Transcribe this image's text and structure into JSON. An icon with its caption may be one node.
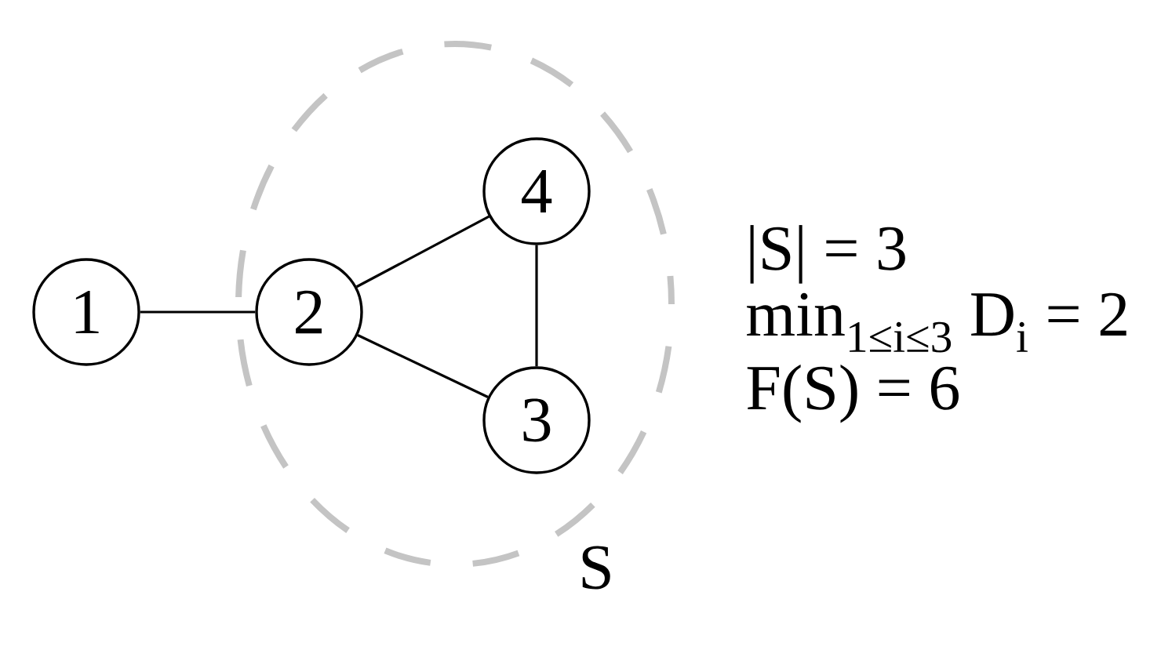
{
  "diagram": {
    "nodes": [
      {
        "text": [
          "1"
        ]
      },
      {
        "text": [
          "S"
        ]
      },
      {
        "text": [
          "2"
        ],
        "in": 1
      },
      {
        "text": [
          "4"
        ],
        "in": 1
      },
      {
        "text": [
          "3"
        ],
        "in": 1
      }
    ],
    "edges": [
      {
        "from": 0,
        "to": 2,
        "arrow": "none"
      },
      {
        "from": 2,
        "to": 3,
        "arrow": "none"
      },
      {
        "from": 2,
        "to": 4,
        "arrow": "none"
      },
      {
        "from": 3,
        "to": 4,
        "arrow": "none"
      }
    ],
    "labels": [
      "|S| = 3",
      "min$_{1≤i≤3}$ D$_{i}$ = 2",
      "F(S) = 6"
    ]
  }
}
